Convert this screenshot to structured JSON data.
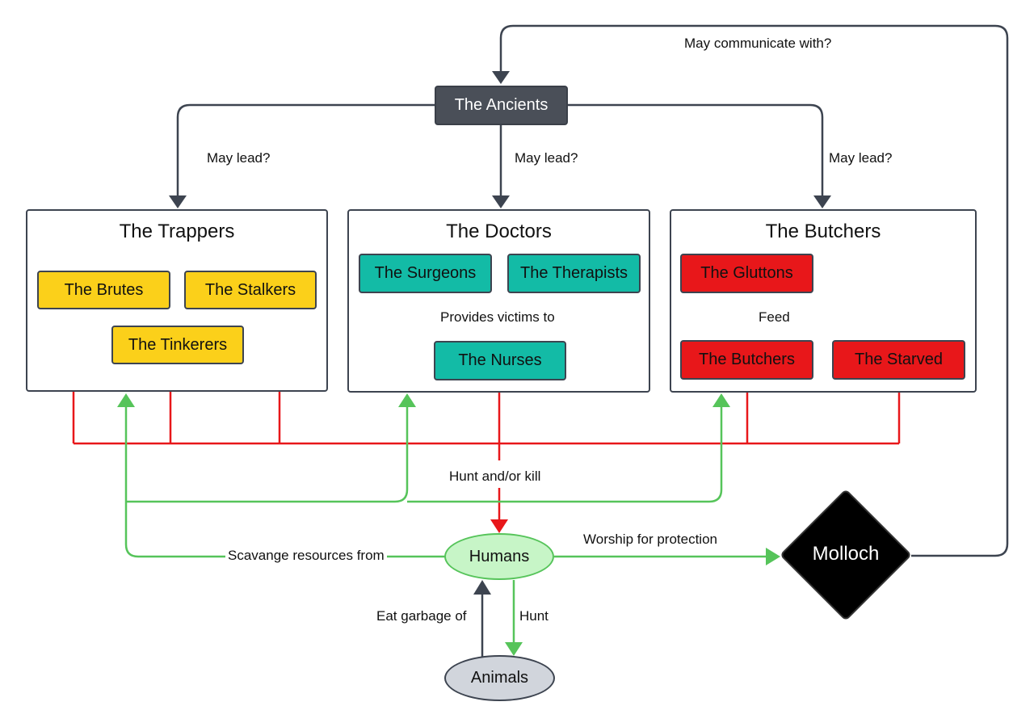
{
  "colors": {
    "dark_arrow": "#3d4450",
    "red_arrow": "#e8171a",
    "green_arrow": "#56c45a",
    "ancients_fill": "#4a4f58",
    "trappers_fill": "#fbd01a",
    "doctors_fill": "#13bba6",
    "butchers_fill": "#e8171a",
    "humans_fill": "#c7f5c7",
    "humans_border": "#56c45a",
    "animals_fill": "#d1d5dc",
    "molloch_fill": "#000000"
  },
  "nodes": {
    "ancients": "The Ancients",
    "molloch": "Molloch",
    "humans": "Humans",
    "animals": "Animals"
  },
  "groups": {
    "trappers": {
      "title": "The Trappers",
      "members": {
        "brutes": "The Brutes",
        "stalkers": "The Stalkers",
        "tinkerers": "The Tinkerers"
      }
    },
    "doctors": {
      "title": "The Doctors",
      "members": {
        "surgeons": "The Surgeons",
        "therapists": "The Therapists",
        "nurses": "The Nurses"
      }
    },
    "butchers": {
      "title": "The Butchers",
      "members": {
        "gluttons": "The Gluttons",
        "butchers": "The Butchers",
        "starved": "The Starved"
      }
    }
  },
  "edge_labels": {
    "may_communicate": "May communicate with?",
    "may_lead_trappers": "May lead?",
    "may_lead_doctors": "May lead?",
    "may_lead_butchers": "May lead?",
    "provides_victims": "Provides victims to",
    "feed": "Feed",
    "hunt_kill": "Hunt and/or kill",
    "scavenge": "Scavange resources from",
    "worship": "Worship for protection",
    "eat_garbage": "Eat garbage of",
    "hunt": "Hunt"
  }
}
